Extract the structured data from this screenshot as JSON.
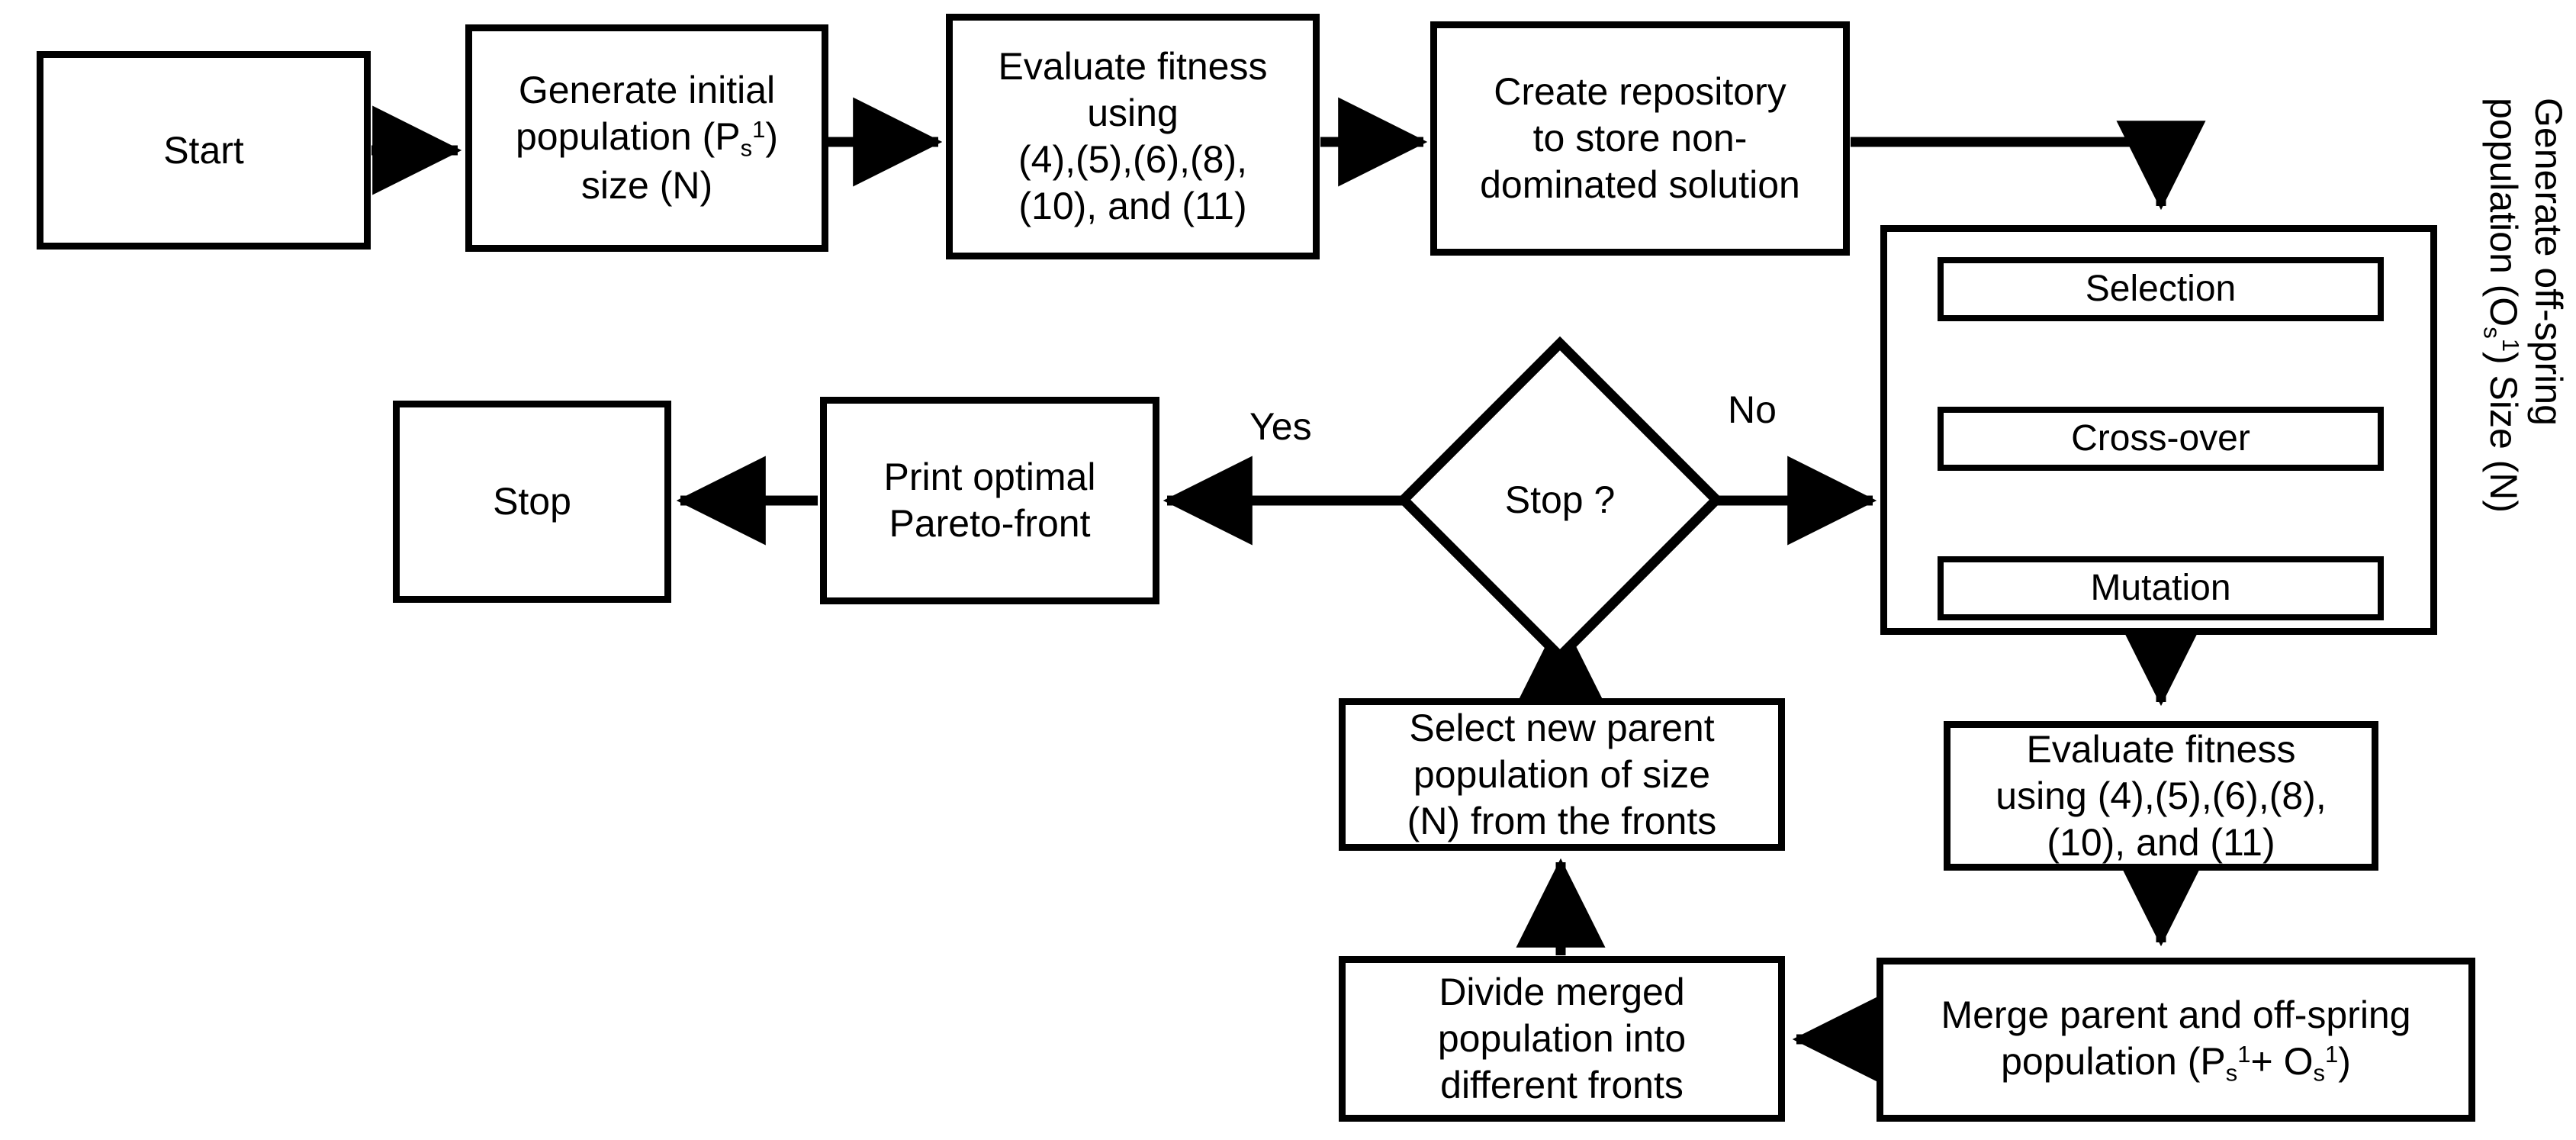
{
  "diagram": {
    "title": "Multi-objective evolutionary algorithm (NSGA-II style) flowchart",
    "colors": {
      "stroke": "#000000",
      "fill": "#ffffff",
      "text": "#000000"
    },
    "nodes": {
      "start": {
        "label": "Start",
        "shape": "rect"
      },
      "generate_initial": {
        "line1": "Generate initial",
        "line2_pre": "population (P",
        "line2_sub": "s",
        "line2_sup": "1",
        "line2_post": ")",
        "line3": "size (N)",
        "shape": "rect"
      },
      "evaluate_fitness_1": {
        "line1": "Evaluate fitness",
        "line2": "using",
        "line3": "(4),(5),(6),(8),",
        "line4": "(10), and (11)",
        "shape": "rect"
      },
      "create_repository": {
        "line1": "Create repository",
        "line2": "to store non-",
        "line3": "dominated solution",
        "shape": "rect"
      },
      "selection": {
        "label": "Selection",
        "shape": "rect"
      },
      "crossover": {
        "label": "Cross-over",
        "shape": "rect"
      },
      "mutation": {
        "label": "Mutation",
        "shape": "rect"
      },
      "evaluate_fitness_2": {
        "line1": "Evaluate fitness",
        "line2": "using (4),(5),(6),(8),",
        "line3": "(10), and (11)",
        "shape": "rect"
      },
      "merge_population": {
        "line1": "Merge parent and off-spring",
        "line2_pre": "population (P",
        "line2_sub1": "s",
        "line2_sup1": "1",
        "line2_mid": "+ O",
        "line2_sub2": "s",
        "line2_sup2": "1",
        "line2_post": ")",
        "shape": "rect"
      },
      "divide_merged": {
        "line1": "Divide merged",
        "line2": "population into",
        "line3": "different fronts",
        "shape": "rect"
      },
      "select_new_parent": {
        "line1": "Select new parent",
        "line2": "population of size",
        "line3": "(N) from the fronts",
        "shape": "rect"
      },
      "stop_decision": {
        "label": "Stop ?",
        "shape": "diamond"
      },
      "print_pareto": {
        "line1": "Print optimal",
        "line2": "Pareto-front",
        "shape": "rect"
      },
      "stop": {
        "label": "Stop",
        "shape": "rect"
      }
    },
    "group": {
      "offspring_group_caption_line1": "Generate off-spring",
      "offspring_group_caption_line2_pre": "population (O",
      "offspring_group_caption_line2_sub": "s",
      "offspring_group_caption_line2_sup": "1",
      "offspring_group_caption_line2_post": ") Size (N)"
    },
    "edge_labels": {
      "yes": "Yes",
      "no": "No"
    }
  }
}
